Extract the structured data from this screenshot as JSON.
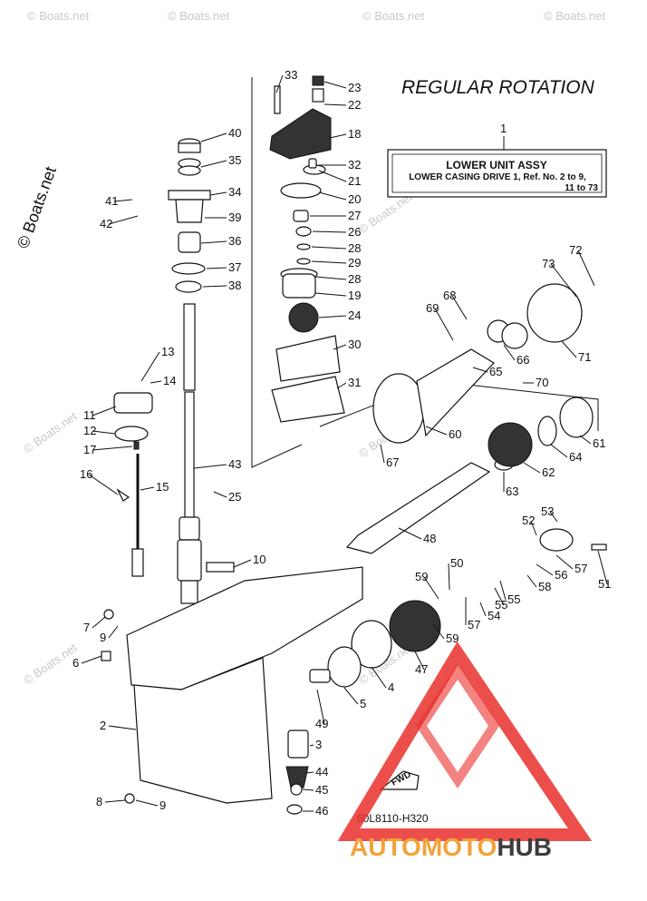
{
  "header": {
    "title": "REGULAR ROTATION"
  },
  "callout": {
    "ref_number": "1",
    "line1": "LOWER UNIT ASSY",
    "line2": "LOWER CASING DRIVE 1,  Ref. No. 2 to 9,",
    "line3": "11 to 73"
  },
  "figure_code": "60L8110-H320",
  "fwd_label": "FWD",
  "watermark": {
    "text": "© Boats.net"
  },
  "logo": {
    "text_auto": "AUTOMOTO",
    "text_hub": "HUB",
    "accent_color": "#e9302b",
    "text_color": "#f3a23a",
    "dark_color": "#3d3d3d"
  },
  "part_labels": [
    "2",
    "3",
    "4",
    "5",
    "6",
    "7",
    "8",
    "9",
    "9",
    "10",
    "11",
    "12",
    "13",
    "14",
    "15",
    "16",
    "17",
    "18",
    "19",
    "20",
    "21",
    "22",
    "23",
    "24",
    "25",
    "26",
    "27",
    "28",
    "28",
    "29",
    "30",
    "31",
    "32",
    "33",
    "34",
    "35",
    "36",
    "37",
    "38",
    "39",
    "40",
    "41",
    "42",
    "43",
    "44",
    "45",
    "46",
    "47",
    "48",
    "49",
    "50",
    "51",
    "52",
    "53",
    "54",
    "55",
    "55",
    "56",
    "57",
    "57",
    "58",
    "59",
    "59",
    "60",
    "61",
    "62",
    "63",
    "64",
    "65",
    "66",
    "67",
    "68",
    "69",
    "70",
    "71",
    "72",
    "73"
  ]
}
